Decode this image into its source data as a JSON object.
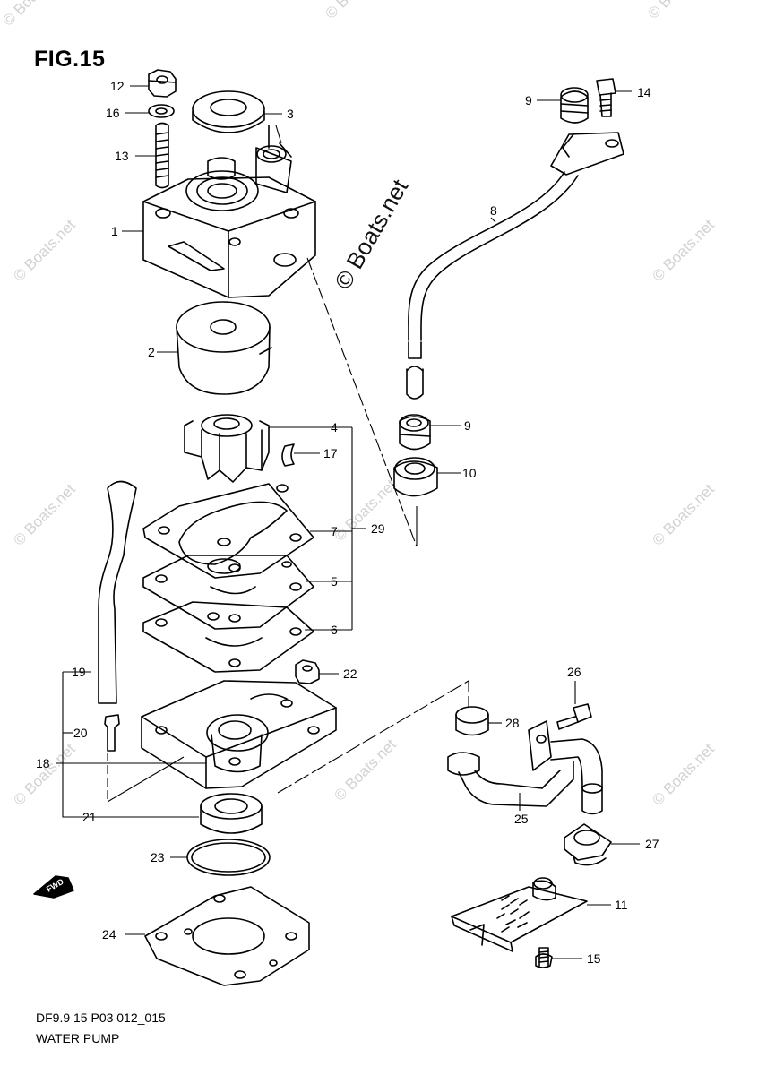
{
  "figure": {
    "title": "FIG.15",
    "code": "DF9.9 15 P03 012_015",
    "name": "WATER PUMP"
  },
  "watermark": "© Boats.net",
  "fwd_label": "FWD",
  "callouts": [
    {
      "id": "c12",
      "label": "12"
    },
    {
      "id": "c16",
      "label": "16"
    },
    {
      "id": "c13",
      "label": "13"
    },
    {
      "id": "c1",
      "label": "1"
    },
    {
      "id": "c3",
      "label": "3"
    },
    {
      "id": "c9a",
      "label": "9"
    },
    {
      "id": "c14",
      "label": "14"
    },
    {
      "id": "c8",
      "label": "8"
    },
    {
      "id": "c2",
      "label": "2"
    },
    {
      "id": "c4",
      "label": "4"
    },
    {
      "id": "c17",
      "label": "17"
    },
    {
      "id": "c9b",
      "label": "9"
    },
    {
      "id": "c10",
      "label": "10"
    },
    {
      "id": "c7",
      "label": "7"
    },
    {
      "id": "c29",
      "label": "29"
    },
    {
      "id": "c5",
      "label": "5"
    },
    {
      "id": "c6",
      "label": "6"
    },
    {
      "id": "c19",
      "label": "19"
    },
    {
      "id": "c22",
      "label": "22"
    },
    {
      "id": "c26",
      "label": "26"
    },
    {
      "id": "c20",
      "label": "20"
    },
    {
      "id": "c28",
      "label": "28"
    },
    {
      "id": "c18",
      "label": "18"
    },
    {
      "id": "c21",
      "label": "21"
    },
    {
      "id": "c25",
      "label": "25"
    },
    {
      "id": "c27",
      "label": "27"
    },
    {
      "id": "c23",
      "label": "23"
    },
    {
      "id": "c11",
      "label": "11"
    },
    {
      "id": "c24",
      "label": "24"
    },
    {
      "id": "c15",
      "label": "15"
    }
  ]
}
